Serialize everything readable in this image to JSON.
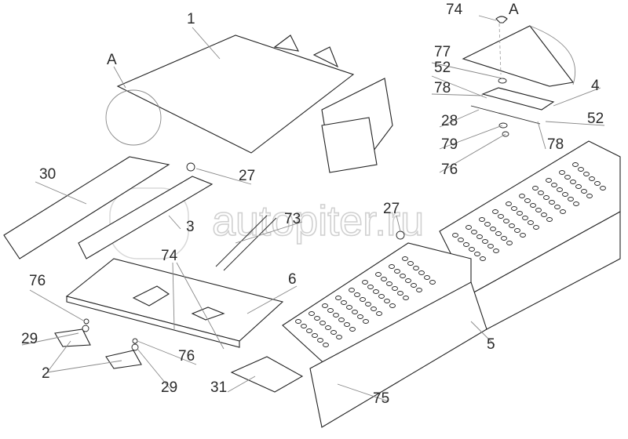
{
  "diagram": {
    "watermark": "autopiter.ru",
    "labels": {
      "part_1": "1",
      "view_a_left": "A",
      "view_a_right": "A",
      "part_74_top": "74",
      "part_77": "77",
      "part_52_left": "52",
      "part_78_left": "78",
      "part_4": "4",
      "part_28": "28",
      "part_52_right": "52",
      "part_79": "79",
      "part_78_right": "78",
      "part_76_top": "76",
      "part_30": "30",
      "part_27_left": "27",
      "part_3": "3",
      "part_73": "73",
      "part_27_right": "27",
      "part_74_mid": "74",
      "part_6": "6",
      "part_76_left": "76",
      "part_29_left": "29",
      "part_76_mid": "76",
      "part_2": "2",
      "part_29_mid": "29",
      "part_31": "31",
      "part_75": "75",
      "part_5": "5"
    }
  }
}
